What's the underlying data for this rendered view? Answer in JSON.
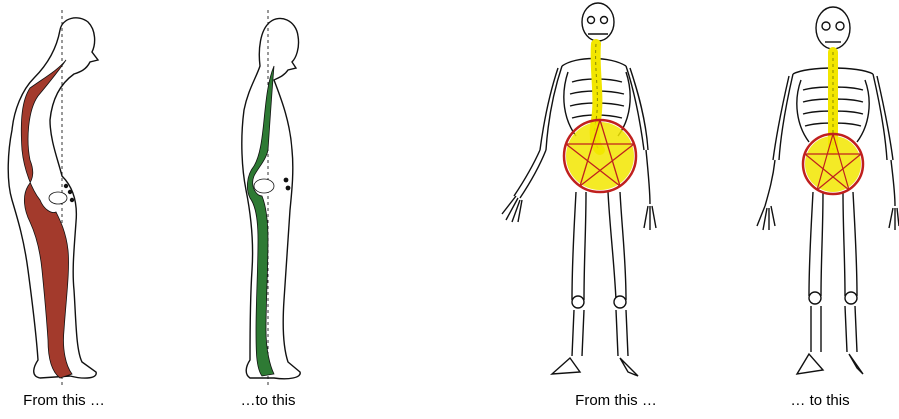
{
  "captions": {
    "posture_before": "From this …",
    "posture_after": "…to this",
    "skeleton_before": "From this …",
    "skeleton_after": "… to this"
  },
  "colors": {
    "posture_before_fill": "#a33a2c",
    "posture_after_fill": "#2e7a34",
    "spine_highlight": "#f2e600",
    "pelvis_ring": "#c0201e",
    "outline": "#111111"
  },
  "icons": {
    "posture_before": "slouched-posture-figure",
    "posture_after": "upright-posture-figure",
    "skeleton_before": "misaligned-skeleton",
    "skeleton_after": "aligned-skeleton"
  }
}
